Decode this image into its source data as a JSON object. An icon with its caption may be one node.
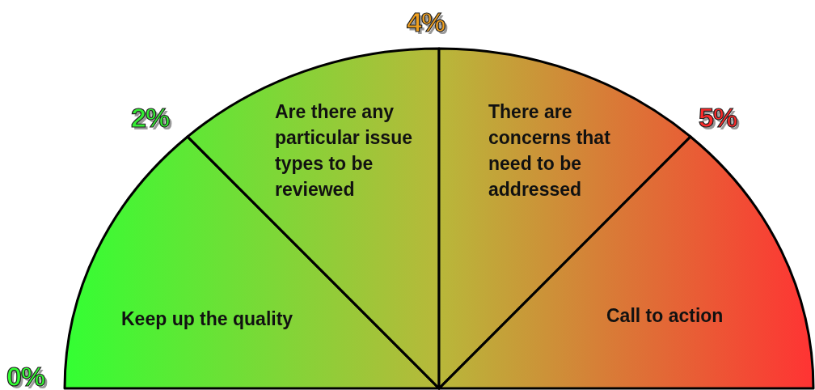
{
  "diagram": {
    "nodes": [
      {
        "text": [
          "Keep up the quality"
        ]
      },
      {
        "text": [
          "Are there any particular issue types to be reviewed"
        ]
      },
      {
        "text": [
          "There are concerns that need to be addressed"
        ]
      },
      {
        "text": [
          "Call to action"
        ]
      }
    ],
    "labels": [
      "0%",
      "2%",
      "4%",
      "5%"
    ]
  }
}
